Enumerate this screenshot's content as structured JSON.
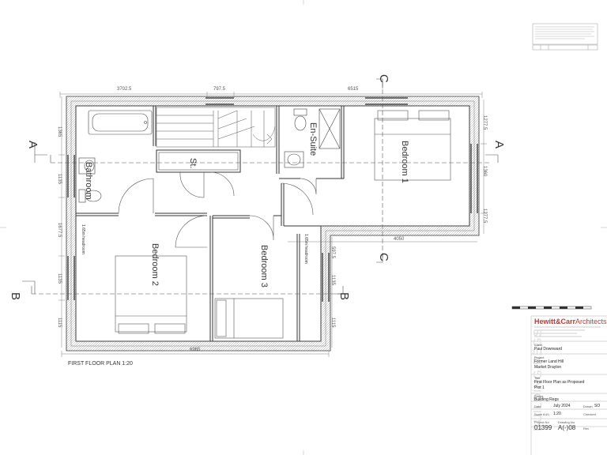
{
  "drawing": {
    "plan_title": "FIRST FLOOR PLAN 1:20",
    "rooms": {
      "bathroom": "Bathroom",
      "store": "St.",
      "ensuite": "En-Suite",
      "bedroom1": "Bedroom 1",
      "bedroom2": "Bedroom 2",
      "bedroom3": "Bedroom 3"
    },
    "headroom_note": "1.65m headroom",
    "section_marks": {
      "a": "A",
      "b": "B",
      "c": "C"
    },
    "dimensions": {
      "top_left": "3702.5",
      "top_mid": "797.5",
      "top_right": "6515",
      "right_mid": "4050",
      "bottom": "6965",
      "left_1": "1365",
      "left_2": "1135",
      "left_3": "1677.5",
      "left_4": "1135",
      "left_5": "1115",
      "right_1": "1277.5",
      "right_2": "1360",
      "right_3": "1277.5",
      "right_low_1": "597.5",
      "right_low_2": "1135",
      "right_low_3": "1115"
    }
  },
  "title_block": {
    "firm_a": "Hewitt&Carr",
    "firm_b": "Architects",
    "watermark": "BUILDING REGS",
    "client_label": "Client",
    "client": "Paul Downward",
    "project_label": "Project",
    "project_1": "Former Land Hill",
    "project_2": "Market Drayton",
    "title_label": "Title",
    "title_1": "First Floor Plan as Proposed",
    "title_2": "Plot 1",
    "status_label": "Status",
    "status": "Building Regs",
    "date_label": "Date",
    "date": "July 2024",
    "drawn_label": "Drawn",
    "drawn": "SO",
    "scale_label": "Scale A4/1",
    "scale": "1:20",
    "checked_label": "Checked",
    "project_no_label": "Project No",
    "project_no": "01399",
    "drawing_no_label": "Drawing No",
    "drawing_no": "A(-)08",
    "rev_label": "Rev"
  },
  "colors": {
    "line": "#333333",
    "wall_hatch": "#888888",
    "dim": "#666666",
    "brand_red": "#d0342c"
  }
}
